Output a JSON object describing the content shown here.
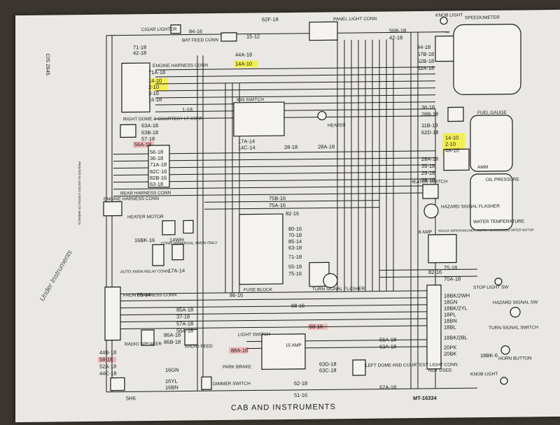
{
  "sheet": {
    "doc_number": "CIS 2645",
    "title": "CAB AND INSTRUMENTS",
    "part_number": "MT-16334",
    "side_note": "PRINTED IN UNITED STATES OF AMERICA",
    "handwritten_note": "Under Instruments"
  },
  "components": {
    "cigar_lighter": "CIGAR LIGHTER",
    "bat_feed_conn": "BAT FEED CONN",
    "panel_light_conn": "PANEL LIGHT CONN",
    "knob_light_top": "KNOB LIGHT",
    "speedometer": "SPEEDOMETER",
    "engine_harness_conn_top": "ENGINE HARNESS CONN",
    "ign_switch": "IGN SWITCH",
    "heater_top": "HEATER",
    "fuel_gauge": "FUEL GAUGE",
    "amm": "AMM",
    "oil_pressure": "OIL PRESSURE",
    "right_dome": "RIGHT DOME & COURTESY LT CONN",
    "rear_harness_conn": "REAR HARNESS CONN",
    "engine_harness_conn_mid": "ENGINE HARNESS CONN",
    "heater_motor": "HEATER MOTOR",
    "heater_switch": "HEATER SWITCH",
    "hazard_flasher": "HAZARD SIGNAL FLASHER",
    "water_temperature": "WATER TEMPERATURE",
    "eight_amp": "8 AMP",
    "wiper_switch": "WSHLD WIPER/WASHER SWITCH W/400063CB2 WIPER MOTOR",
    "conn_manual_xmsn": "CONN W/MANUAL XMSN ONLY",
    "auto_xmsn_relay": "AUTO XMSN RELAY CONN",
    "fuse_block": "FUSE BLOCK",
    "turn_signal_flasher": "TURN SIGNAL FLASHER",
    "front_harness_conn": "FRONT HARNESS CONN",
    "stop_light_sw": "STOP LIGHT SW",
    "hazard_signal_sw": "HAZARD SIGNAL SW",
    "turn_signal_switch": "TURN SIGNAL SWITCH",
    "radio_speaker": "RADIO SPEAKER",
    "radio_feed": "RADIO FEED",
    "park_brake": "PARK BRAKE",
    "light_switch": "LIGHT SWITCH",
    "fifteen_amp": "15 AMP",
    "left_dome": "LEFT DOME AND COURTESY LIGHT CONN",
    "dimmer_switch": "DIMMER SWITCH",
    "horn_button": "HORN BUTTON",
    "knob_light_bottom": "KNOB LIGHT",
    "not_used": "NOT USED"
  },
  "wires": {
    "w84_16": "84-16",
    "w15_12": "15-12",
    "w62F_18": "62F-18",
    "w56B_18": "56B-18",
    "w42B_18": "42-18",
    "w71_18": "71-18",
    "w42_18": "42-18",
    "w71A_18": "71A-18",
    "w14_10": "14-10",
    "w2_10": "2-10",
    "w3_16": "3-16",
    "w16_18": "16-18",
    "w44A_18": "44A-18",
    "w14A_10": "14A-10",
    "w44_18": "44-18",
    "w57B_18": "57B-18",
    "w52B_18": "52B-18",
    "w52A_18": "52A-18",
    "w1_18": "1-18",
    "w63A_18": "63A-18",
    "w63B_18": "63B-18",
    "w57_18": "57-18",
    "w56A_18": "56A-18",
    "w56_18": "56-18",
    "w36_18": "36-18",
    "w71A_18b": "71A-18",
    "w82C_16": "82C-16",
    "w82B_16": "82B-16",
    "w63_18": "63-18",
    "w17A_14": "17A-14",
    "w14C_14": "14C-14",
    "w28_18": "28-18",
    "w28A_18": "28A-18",
    "w36_18r": "36-18",
    "w28B_18": "28B-18",
    "w11B_18": "11B-18",
    "w62D_18": "62D-18",
    "w14_10r": "14-10",
    "w2_10r": "2-10",
    "w4A_10": "4A-10",
    "w28A_18r": "28A-18",
    "w35_18": "35-18",
    "w29_18": "29-18",
    "w38_18": "38-18",
    "w75B_16": "75B-16",
    "w75A_16": "75A-16",
    "w82_16": "82-16",
    "w80_16": "80-16",
    "w70_18": "70-18",
    "w85_14": "85-14",
    "w63_18f": "63-18",
    "w71_18f": "71-18",
    "w55_18": "55-18",
    "w75_16": "75-16",
    "w17A_14b": "17A-14",
    "w14WH": "14WH",
    "w16BK_16": "16BK-16",
    "w85_14b": "85-14",
    "w86_16": "86-16",
    "w85A_18": "85A-18",
    "w37_18": "37-18",
    "w57A_18": "57A-18",
    "w56A_18b": "56A-18",
    "w68_16": "68-16",
    "w50_16": "50-16",
    "w86A_18": "86A-18",
    "w86B_18": "86B-18",
    "w44B_18": "44B-18",
    "w58_18": "58-18",
    "w52A_18b": "52A-18",
    "w44C_18": "44C-18",
    "w16GN": "16GN",
    "w16YL": "16YL",
    "w16BN": "16BN",
    "w5H6": "5H6",
    "w88A_16": "88A-16",
    "w63D_18": "63D-18",
    "w63C_18": "63C-18",
    "w62_18": "62-18",
    "w51_16": "51-16",
    "w62A_18": "62A-18",
    "w75_18": "75-18",
    "w70A_18": "70A-18",
    "w82_16r": "82-16",
    "w18BK2WH": "18BK/2WH",
    "w18GN": "18GN",
    "w18BK2YL": "18BK/2YL",
    "w18PL": "18PL",
    "w18BN": "18BN",
    "w18BL": "18BL",
    "w18BK2BL": "18BK/2BL",
    "w20PK": "20PK",
    "w20BK": "20BK",
    "w18BK_6": "18BK-6",
    "w56A_18c": "56A-18",
    "w63A_18c": "63A-18"
  },
  "colors": {
    "paper": "#e9e8e4",
    "ink": "#1a1a1a",
    "highlight_yellow": "#f4ef3a",
    "highlight_red": "#f0a9a9",
    "background": "#3a352e"
  }
}
